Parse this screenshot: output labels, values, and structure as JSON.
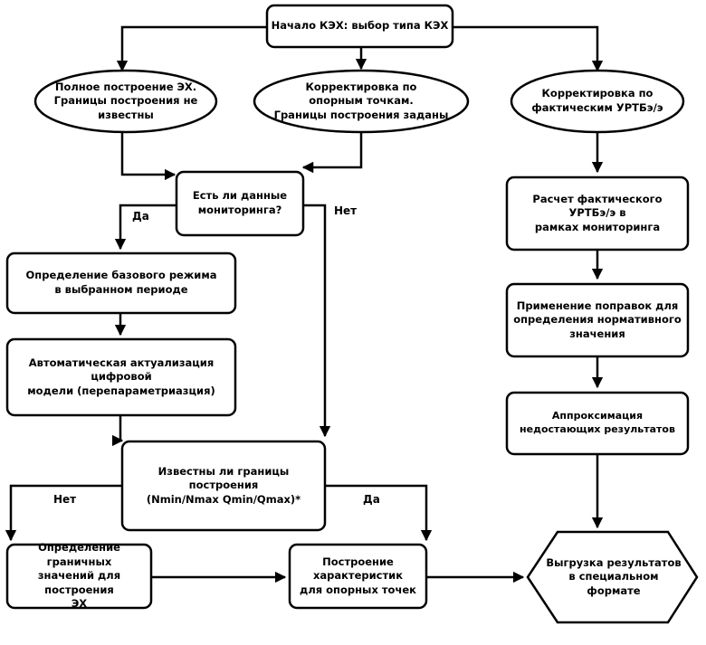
{
  "nodes": {
    "start": "Начало КЭХ: выбор типа КЭХ",
    "full_build": "Полное построение ЭХ.\nГраницы построения не\nизвестны",
    "ref_correction": "Корректировка по\nопорным точкам.\nГраницы построения заданы",
    "actual_correction": "Корректировка по\nфактическим УРТБэ/э",
    "monitoring_data": "Есть ли данные\nмониторинга?",
    "base_mode": "Определение базового режима\nв выбранном периоде",
    "auto_update": "Автоматическая актуализация цифровой\nмодели (перепараметриазция)",
    "bounds_known": "Известны ли границы построения\n(Nmin/Nmax Qmin/Qmax)*",
    "boundary_values": "Определение граничных\nзначений для построения\nЭХ",
    "build_characteristics": "Построение\nхарактеристик\nдля опорных точек",
    "export": "Выгрузка результатов\nв специальном формате",
    "calc_actual": "Расчет фактического УРТБэ/э в\nрамках мониторинга",
    "apply_corrections": "Применение поправок для\nопределения нормативного\nзначения",
    "approximation": "Аппроксимация\nнедостающих результатов"
  },
  "edge_labels": {
    "yes_1": "Да",
    "no_1": "Нет",
    "no_2": "Нет",
    "yes_2": "Да"
  }
}
